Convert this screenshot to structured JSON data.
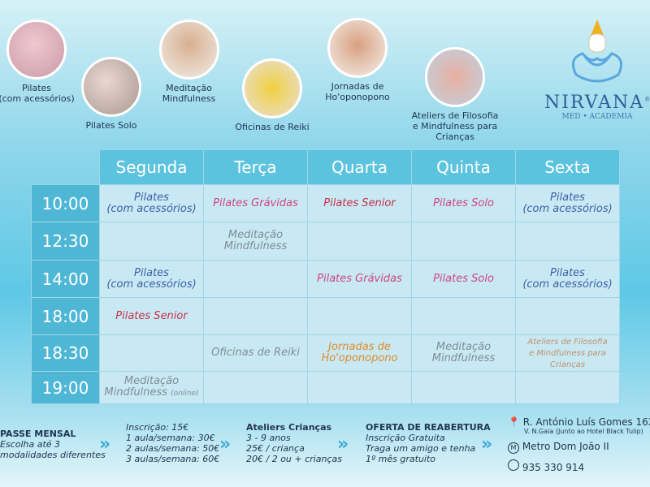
{
  "activities": [
    {
      "label": "Pilates\n(com acessórios)"
    },
    {
      "label": "Pilates Solo"
    },
    {
      "label": "Meditação\nMindfulness"
    },
    {
      "label": "Oficinas de Reiki"
    },
    {
      "label": "Jornadas de\nHo'oponopono"
    },
    {
      "label": "Ateliers de Filosofia\ne Mindfulness para Crianças"
    }
  ],
  "logo": {
    "name": "NIRVANA",
    "registered": "®",
    "subtitle": "MED • ACADEMIA"
  },
  "schedule": {
    "days": [
      "Segunda",
      "Terça",
      "Quarta",
      "Quinta",
      "Sexta"
    ],
    "rows": [
      {
        "time": "10:00",
        "cells": [
          {
            "text": "Pilates\n(com acessórios)",
            "color": "#3c5fa8"
          },
          {
            "text": "Pilates Grávidas",
            "color": "#d0457e"
          },
          {
            "text": "Pilates Senior",
            "color": "#c8304a"
          },
          {
            "text": "Pilates Solo",
            "color": "#d0457e"
          },
          {
            "text": "Pilates\n(com acessórios)",
            "color": "#3c5fa8"
          }
        ]
      },
      {
        "time": "12:30",
        "cells": [
          {
            "text": ""
          },
          {
            "text": "Meditação\nMindfulness",
            "color": "#7f8c98"
          },
          {
            "text": ""
          },
          {
            "text": ""
          },
          {
            "text": ""
          }
        ]
      },
      {
        "time": "14:00",
        "cells": [
          {
            "text": "Pilates\n(com acessórios)",
            "color": "#3c5fa8"
          },
          {
            "text": ""
          },
          {
            "text": "Pilates Grávidas",
            "color": "#d0457e"
          },
          {
            "text": "Pilates Solo",
            "color": "#d0457e"
          },
          {
            "text": "Pilates\n(com acessórios)",
            "color": "#3c5fa8"
          }
        ]
      },
      {
        "time": "18:00",
        "cells": [
          {
            "text": "Pilates Senior",
            "color": "#c8304a"
          },
          {
            "text": ""
          },
          {
            "text": ""
          },
          {
            "text": ""
          },
          {
            "text": ""
          }
        ]
      },
      {
        "time": "18:30",
        "cells": [
          {
            "text": ""
          },
          {
            "text": "Oficinas de Reiki",
            "color": "#7f8c98"
          },
          {
            "text": "Jornadas de\nHo'oponopono",
            "color": "#e08a2c"
          },
          {
            "text": "Meditação\nMindfulness",
            "color": "#7f8c98"
          },
          {
            "text": "Ateliers de Filosofia\ne Mindfulness para\nCrianças",
            "color": "#c2906c"
          }
        ]
      },
      {
        "time": "19:00",
        "cells": [
          {
            "text": "Meditação\nMindfulness",
            "note": "(online)",
            "color": "#7f8c98"
          },
          {
            "text": ""
          },
          {
            "text": ""
          },
          {
            "text": ""
          },
          {
            "text": ""
          }
        ]
      }
    ]
  },
  "footer": {
    "passe": {
      "title": "PASSE MENSAL",
      "lines": [
        "Escolha até 3",
        "modalidades diferentes"
      ]
    },
    "prices": {
      "lines": [
        "Inscrição: 15€",
        "1 aula/semana: 30€",
        "2 aulas/semana: 50€",
        "3 aulas/semana: 60€"
      ]
    },
    "ateliers": {
      "title": "Ateliers Crianças",
      "lines": [
        "3 - 9 anos",
        "25€ / criança",
        "20€ / 2 ou + crianças"
      ]
    },
    "oferta": {
      "title": "OFERTA DE REABERTURA",
      "lines": [
        "Inscrição Gratuita",
        "Traga um amigo e tenha",
        "1º mês gratuito"
      ]
    },
    "contact": {
      "address": "R. António Luís Gomes 162",
      "address2": "V. N.Gaia (Junto ao Hotel Black Tulip)",
      "metro": "Metro Dom João II",
      "phone": "935 330 914"
    },
    "separator": "»"
  }
}
